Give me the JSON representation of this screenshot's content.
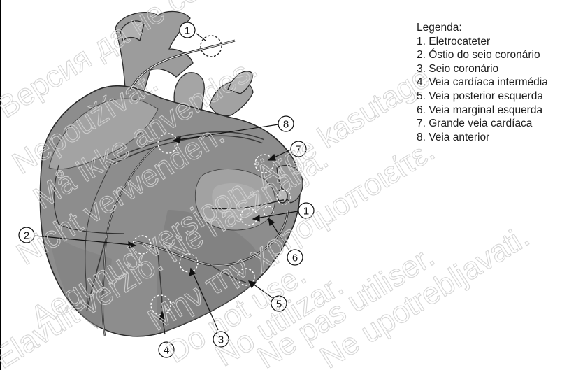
{
  "legend": {
    "title": "Legenda:",
    "items": [
      "1. Eletrocateter",
      "2. Óstio do seio coronário",
      "3. Seio coronário",
      "4. Veia cardíaca intermédia",
      "5. Veia posterior esquerda",
      "6. Veia marginal esquerda",
      "7. Grande veia cardíaca",
      "8. Veia anterior"
    ]
  },
  "callouts": [
    "1",
    "2",
    "3",
    "4",
    "5",
    "6",
    "7",
    "8",
    "1"
  ],
  "watermarks": [
    "Версия да не се използва.",
    "Nepoužívat.",
    "Må ikke anvendes.",
    "Nicht verwenden.",
    "Aegunud versioon. Ärge kasutage.",
    "Μην την χρησιμοποιείτε.",
    "Do not use.",
    "No utilizar.",
    "Ne pas utiliser.",
    "Ne upotrebljavati.",
    "Elavult verzió. Ne használja."
  ],
  "colors": {
    "heart_fill": "#8d8d8d",
    "heart_dark": "#6e6e6e",
    "heart_light": "#a9a9a9",
    "vessel_fill": "#9a9a9a",
    "outline": "#2a2a2a",
    "watermark": "#d2d2d2"
  }
}
